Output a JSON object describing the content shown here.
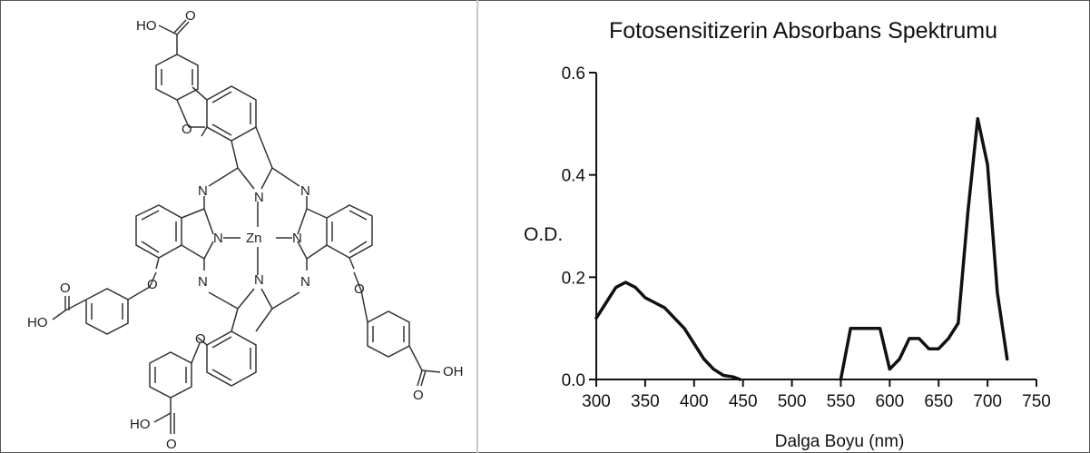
{
  "molecule": {
    "center_atom": "Zn",
    "nitrogen_label": "N",
    "oxygen_label": "O",
    "acid_group_label": "HO",
    "acid_group_label_right": "OH"
  },
  "chart_data": {
    "type": "line",
    "title": "Fotosensitizerin Absorbans Spektrumu",
    "xlabel": "Dalga Boyu (nm)",
    "ylabel": "O.D.",
    "xlim": [
      300,
      750
    ],
    "ylim": [
      0,
      0.6
    ],
    "xticks": [
      "300",
      "350",
      "400",
      "450",
      "500",
      "550",
      "600",
      "650",
      "700",
      "750"
    ],
    "yticks": [
      "0.0",
      "0.2",
      "0.4",
      "0.6"
    ],
    "grid": false,
    "series": [
      {
        "segments": [
          [
            [
              300,
              0.12
            ],
            [
              310,
              0.15
            ],
            [
              320,
              0.18
            ],
            [
              330,
              0.19
            ],
            [
              340,
              0.18
            ],
            [
              350,
              0.16
            ],
            [
              360,
              0.15
            ],
            [
              370,
              0.14
            ],
            [
              380,
              0.12
            ],
            [
              390,
              0.1
            ],
            [
              400,
              0.07
            ],
            [
              410,
              0.04
            ],
            [
              420,
              0.02
            ],
            [
              430,
              0.008
            ],
            [
              440,
              0.005
            ],
            [
              447,
              0.0
            ]
          ],
          [
            [
              550,
              0.0
            ],
            [
              560,
              0.1
            ],
            [
              570,
              0.1
            ],
            [
              580,
              0.1
            ],
            [
              590,
              0.1
            ],
            [
              600,
              0.02
            ],
            [
              610,
              0.04
            ],
            [
              620,
              0.08
            ],
            [
              630,
              0.08
            ],
            [
              640,
              0.06
            ],
            [
              650,
              0.06
            ],
            [
              660,
              0.08
            ],
            [
              670,
              0.11
            ],
            [
              680,
              0.33
            ],
            [
              690,
              0.51
            ],
            [
              700,
              0.42
            ],
            [
              710,
              0.17
            ],
            [
              720,
              0.04
            ]
          ]
        ]
      }
    ]
  }
}
